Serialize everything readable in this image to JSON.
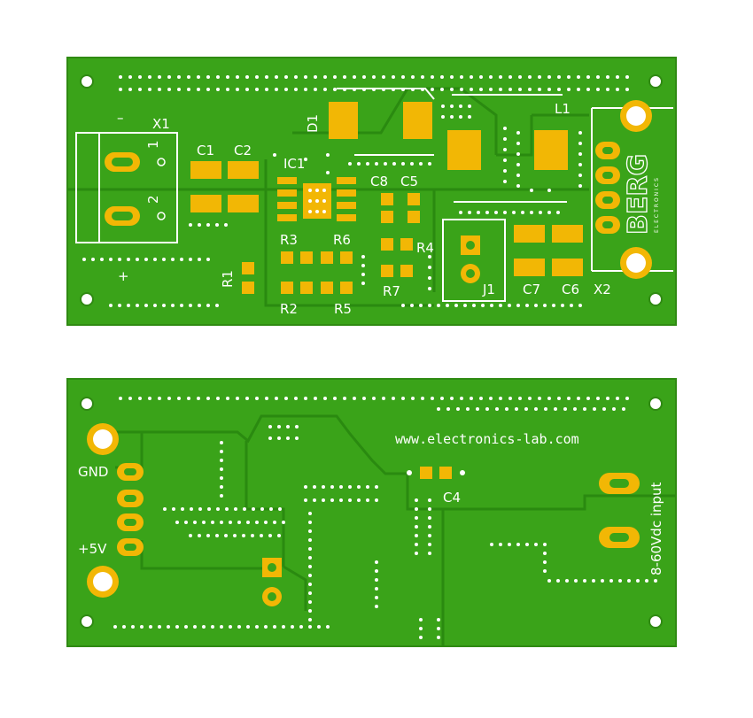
{
  "colors": {
    "board": "#3aa319",
    "board_edge": "#2f8a12",
    "copper_track": "#2a8a10",
    "pad": "#f2b705",
    "silkscreen": "#ffffff",
    "via": "#ffffff"
  },
  "top_board": {
    "labels": {
      "x1": "X1",
      "minus": "–",
      "plus": "+",
      "pin1": "1",
      "pin2": "2",
      "c1": "C1",
      "c2": "C2",
      "ic1": "IC1",
      "d1": "D1",
      "c8": "C8",
      "c5": "C5",
      "l1": "L1",
      "r1": "R1",
      "r2": "R2",
      "r3": "R3",
      "r4": "R4",
      "r5": "R5",
      "r6": "R6",
      "r7": "R7",
      "j1": "J1",
      "c7": "C7",
      "c6": "C6",
      "x2": "X2",
      "berg_logo": "BERG",
      "berg_sub": "ELECTRONICS"
    }
  },
  "bottom_board": {
    "labels": {
      "website": "www.electronics-lab.com",
      "gnd": "GND",
      "plus5v": "+5V",
      "c4": "C4",
      "input": "8-60Vdc input"
    }
  }
}
